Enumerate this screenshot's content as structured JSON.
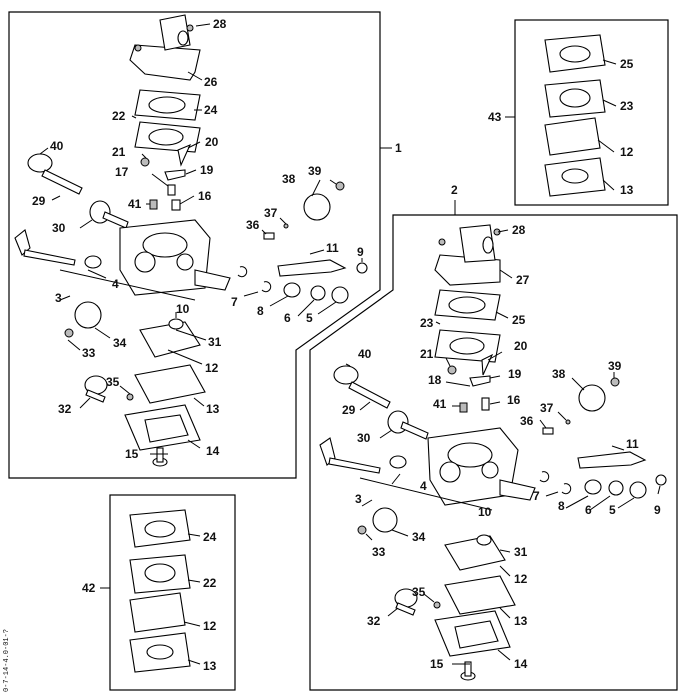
{
  "document_id": "0-7-14-4.0-01-?",
  "callouts": {
    "main1": [
      "28",
      "26",
      "24",
      "22",
      "20",
      "21",
      "19",
      "17",
      "16",
      "41",
      "40",
      "29",
      "30",
      "39",
      "38",
      "37",
      "36",
      "11",
      "9",
      "4",
      "3",
      "7",
      "8",
      "6",
      "5",
      "10",
      "31",
      "34",
      "33",
      "12",
      "35",
      "32",
      "13",
      "15",
      "14"
    ],
    "assembly_numbers": {
      "kit1": "1",
      "kit2": "2",
      "kit43": "43",
      "kit42": "42"
    },
    "kit43": [
      "25",
      "23",
      "12",
      "13"
    ],
    "main2": [
      "28",
      "27",
      "25",
      "23",
      "21",
      "20",
      "19",
      "18",
      "41",
      "16",
      "40",
      "29",
      "30",
      "38",
      "39",
      "37",
      "36",
      "11",
      "4",
      "3",
      "7",
      "8",
      "6",
      "5",
      "9",
      "10",
      "31",
      "33",
      "34",
      "12",
      "35",
      "32",
      "13",
      "15",
      "14"
    ],
    "kit42": [
      "24",
      "22",
      "12",
      "13"
    ]
  }
}
